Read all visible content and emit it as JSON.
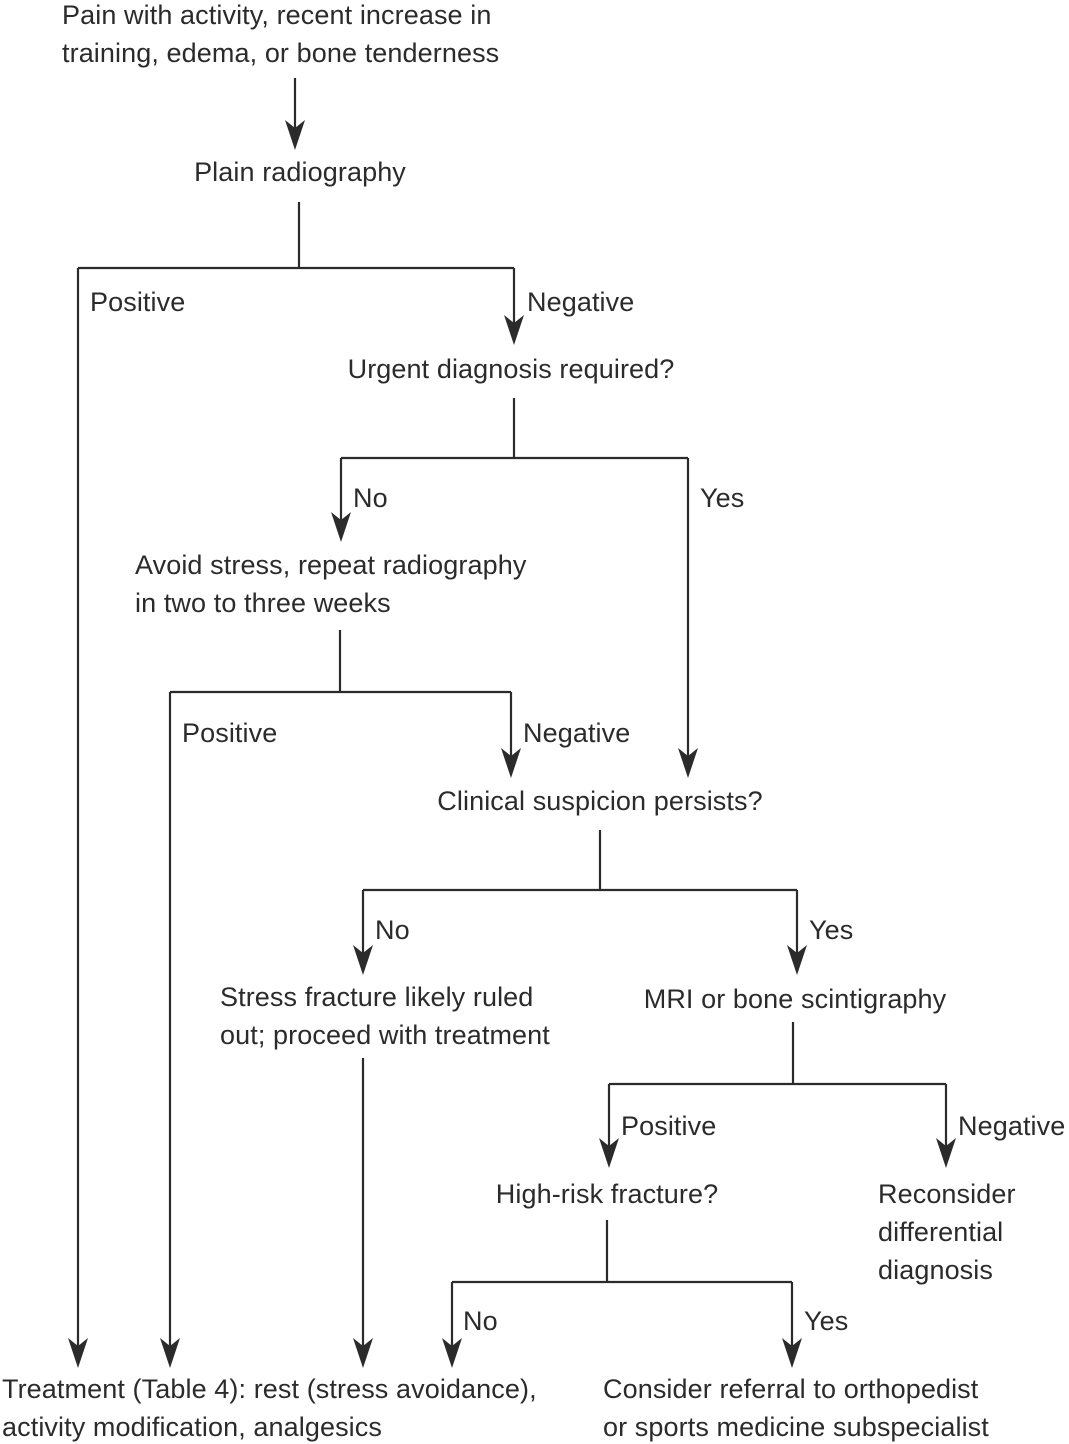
{
  "diagram": {
    "type": "flowchart",
    "topic": "Suspected stress fracture diagnostic algorithm"
  },
  "colors": {
    "ink": "#2b2b2b",
    "background": "#ffffff"
  },
  "nodes": {
    "entry": "Pain with activity, recent increase in\ntraining, edema, or bone tenderness",
    "plain_radiography": "Plain radiography",
    "urgent_diagnosis": "Urgent diagnosis required?",
    "avoid_stress": "Avoid stress, repeat radiography\nin two to three weeks",
    "clinical_suspicion": "Clinical suspicion persists?",
    "stress_ruled_out": "Stress fracture likely ruled\nout; proceed with treatment",
    "mri": "MRI or bone scintigraphy",
    "high_risk": "High-risk fracture?",
    "reconsider": "Reconsider\ndifferential\ndiagnosis",
    "treatment": "Treatment (Table 4): rest (stress avoidance),\nactivity modification, analgesics",
    "referral": "Consider referral to orthopedist\nor sports medicine subspecialist"
  },
  "edge_labels": {
    "radiography_positive": "Positive",
    "radiography_negative": "Negative",
    "urgent_no": "No",
    "urgent_yes": "Yes",
    "repeat_positive": "Positive",
    "repeat_negative": "Negative",
    "suspicion_no": "No",
    "suspicion_yes": "Yes",
    "mri_positive": "Positive",
    "mri_negative": "Negative",
    "high_risk_no": "No",
    "high_risk_yes": "Yes"
  }
}
